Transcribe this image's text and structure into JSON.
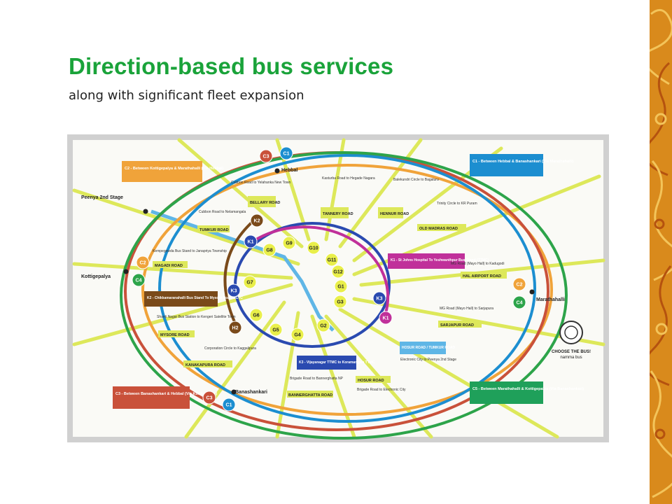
{
  "slide": {
    "title": "Direction-based bus services",
    "subtitle": "along with significant fleet expansion",
    "title_color": "#1aa33a",
    "deco_colors": [
      "#d98a1c",
      "#f3c45a",
      "#b5520f"
    ]
  },
  "map": {
    "colors": {
      "frame": "#d0d0d0",
      "background": "#fafaf6",
      "radial": "#dde85a",
      "c1_blue": "#1c8ed0",
      "c2_orange": "#f0a33a",
      "c3_red": "#c9513a",
      "c4_green": "#2da44a",
      "c5_green": "#1fa05a",
      "k_ring_blue": "#2a4ab0",
      "g_ring_magenta": "#c0309a",
      "h_line_brown": "#7a4a1a",
      "central_blue": "#5fb6e6",
      "stop_yellow": "#e9ef4a"
    },
    "places": {
      "hebbal": "Hebbal",
      "peenya": "Peenya 2nd Stage",
      "kottigepalya": "Kottigepalya",
      "marathahalli": "Marathahalli",
      "banashankari": "Banashankari"
    },
    "route_badges": [
      "C1",
      "C2",
      "C3",
      "C4",
      "C5",
      "K1",
      "K2",
      "K3",
      "H2",
      "G1",
      "G2",
      "G3",
      "G4",
      "G5",
      "G6",
      "G7",
      "G8",
      "G9",
      "G10",
      "G11",
      "G12"
    ],
    "boxes": {
      "c2": "C2 - Between Kottigepalya & Marathahalli (Via Hebbal)",
      "c1": "C1 - Between Hebbal & Banashankari (Via Marathahalli)",
      "c3": "C3 - Between Banashankari & Hebbal (Via Kottigepalya)",
      "c5": "C5 - Between Marathahalli & Kottigepalya (Via Banashankari)",
      "k1": "K1 - St Johns Hospital To Yeshwanthpur Bus Stand (TTMC)",
      "k2": "K2 - Chikkamaranahalli Bus Stand To Mysore Road MCTC",
      "k3": "K3 - Vijayanagar TTMC to Koramangala TTMC",
      "hosur_tumkur": "HOSUR ROAD / TUMKUR ROAD"
    },
    "road_labels": {
      "bellary": "BELLARY ROAD",
      "tannery": "TANNERY ROAD",
      "hennur": "HENNUR ROAD",
      "old_madras": "OLD MADRAS ROAD",
      "tumkur": "TUMKUR ROAD",
      "magadi": "MAGADI ROAD",
      "hal_airport": "HAL AIRPORT ROAD",
      "mysore": "MYSORE ROAD",
      "sarjapur": "SARJAPUR ROAD",
      "kanakapura": "KANAKAPURA ROAD",
      "hosur": "HOSUR ROAD",
      "bannerghatta": "BANNERGHATTA ROAD"
    },
    "route_notes": {
      "cubbon_yelahanka": "Cubbon Road to Yelahanka New Town",
      "kasturba": "Kasturba Road to Hegade Nagara",
      "balekundri": "Balekundri Circle to Bagaluru",
      "trinity": "Trinity Circle to KR Puram",
      "cubbon_nelamangala": "Cubbon Road to Nelamangala",
      "kempegowda": "Kempegowda Bus Stand to Janapriya Township",
      "mg_kadugodi": "MG Road (Mayo Hall) to Kadugodi",
      "shanti": "Shanti Nagar Bus Station to Kengeri Satellite Town",
      "mg_sarjapura": "MG Road (Mayo Hall) to Sarjapura",
      "electronic_peenya": "Electronic City to Peenya 2nd Stage",
      "corporation": "Corporation Circle to Kaggalipura",
      "brigade_bannerghatta": "Brigade Road to Bannerghatta NP",
      "brigade_electronic": "Brigade Road to Electronic City"
    },
    "logo": {
      "line1": "CHOOSE THE BUS!",
      "line2": "namma bus"
    }
  }
}
